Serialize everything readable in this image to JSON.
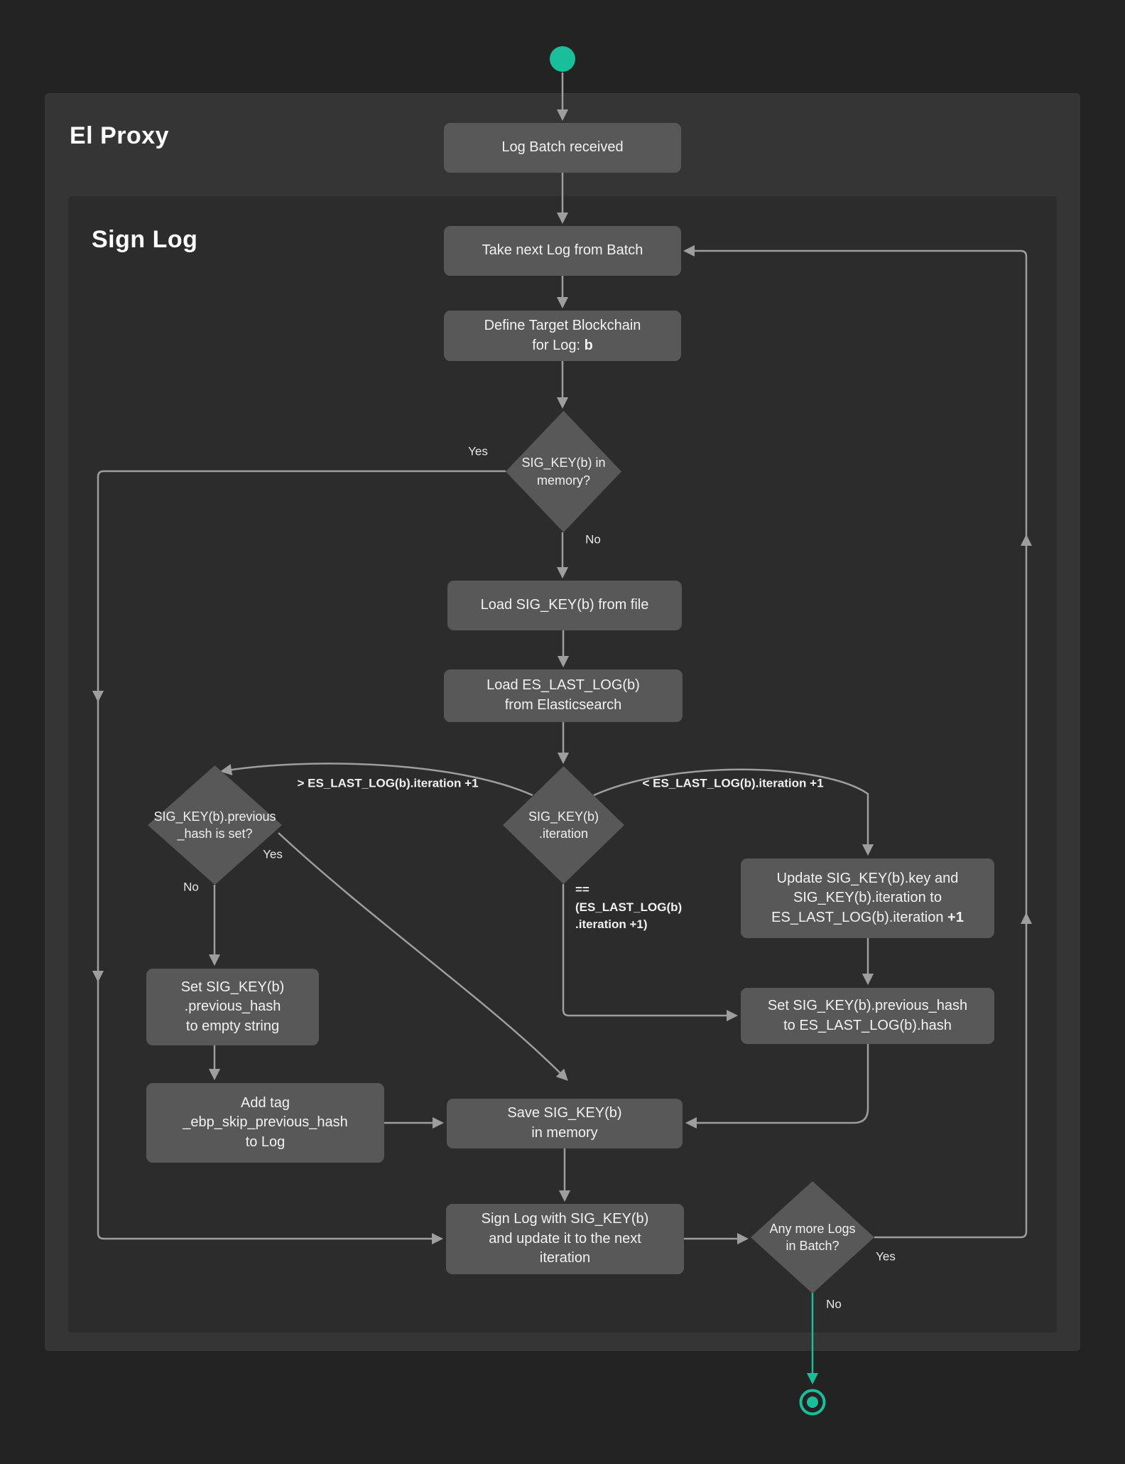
{
  "app": {
    "outer_title": "El Proxy",
    "inner_title": "Sign Log"
  },
  "nodes": {
    "log_batch": "Log Batch received",
    "take_next": "Take next Log from Batch",
    "define_line1": "Define Target Blockchain",
    "define_line2_prefix": "for Log: ",
    "define_line2_bold": "b",
    "memory_check": "SIG_KEY(b) in\nmemory?",
    "load_sig_key": "Load SIG_KEY(b) from file",
    "load_es": "Load ES_LAST_LOG(b)\nfrom Elasticsearch",
    "iteration_check": "SIG_KEY(b)\n.iteration",
    "prev_hash_check": "SIG_KEY(b).previous\n_hash is set?",
    "update_lines": "Update SIG_KEY(b).key and\nSIG_KEY(b).iteration to\nES_LAST_LOG(b).iteration ",
    "update_bold": "+1",
    "set_prev_es": "Set SIG_KEY(b).previous_hash\nto ES_LAST_LOG(b).hash",
    "set_prev_empty": "Set SIG_KEY(b)\n.previous_hash\nto empty string",
    "add_tag": "Add tag\n_ebp_skip_previous_hash\nto Log",
    "save_key": "Save SIG_KEY(b)\nin memory",
    "sign_log": "Sign Log with SIG_KEY(b)\nand update it to the next\niteration",
    "more_check": "Any more Logs\nin Batch?"
  },
  "edge_labels": {
    "memory_yes": "Yes",
    "memory_no": "No",
    "gt": "> ES_LAST_LOG(b).iteration +1",
    "lt": "< ES_LAST_LOG(b).iteration +1",
    "eq": "==\n(ES_LAST_LOG(b)\n.iteration +1)",
    "prev_yes": "Yes",
    "prev_no": "No",
    "more_yes": "Yes",
    "more_no": "No"
  },
  "colors": {
    "accent": "#18bf9a",
    "arrow": "#9e9e9e",
    "node_bg": "#585858",
    "panel_outer": "#353535",
    "panel_inner": "#2c2c2c",
    "page_bg": "#232323"
  }
}
